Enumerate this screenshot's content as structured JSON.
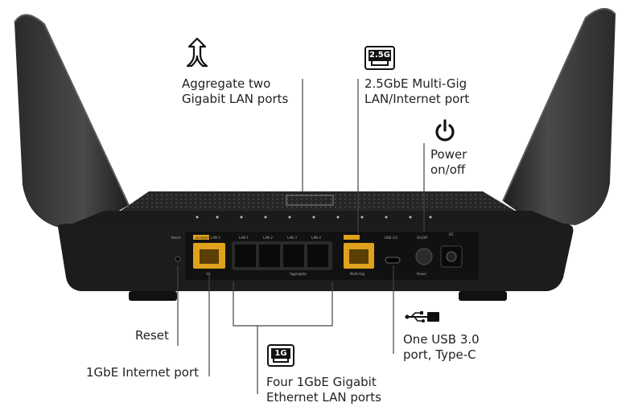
{
  "labels": {
    "aggregate": {
      "line1": "Aggregate two",
      "line2": "Gigabit LAN ports"
    },
    "multigig": {
      "line1": "2.5GbE Multi-Gig",
      "line2": "LAN/Internet port"
    },
    "power": {
      "line1": "Power",
      "line2": "on/off"
    },
    "reset": "Reset",
    "internet": "1GbE Internet port",
    "lan": {
      "line1": "Four 1GbE Gigabit",
      "line2": "Ethernet LAN ports"
    },
    "usb": {
      "line1": "One USB 3.0",
      "line2": "port, Type-C"
    }
  },
  "icons": {
    "badge_25g": "2.5G",
    "badge_1g": "1G",
    "aggregate_icon": "split-arrows-icon",
    "power_icon": "power-icon",
    "usb_icon": "usb-icon"
  },
  "router_panel": {
    "reset": "Reset",
    "internet_tag": "INTERNET",
    "lan5_label": "LAN 5",
    "lan_ports": [
      "LAN 1",
      "LAN 2",
      "LAN 3",
      "LAN 4"
    ],
    "internet_port": "1G",
    "aggregate_text": "Aggregate",
    "usb_label": "USB 3.0",
    "power_label": "Power",
    "dc_label": "DC",
    "multigig_text": "Multi-Gig",
    "onoff_label": "On/Off"
  },
  "colors": {
    "router_body": "#1c1c1c",
    "port_yellow": "#e0a21a",
    "text": "#222222"
  }
}
